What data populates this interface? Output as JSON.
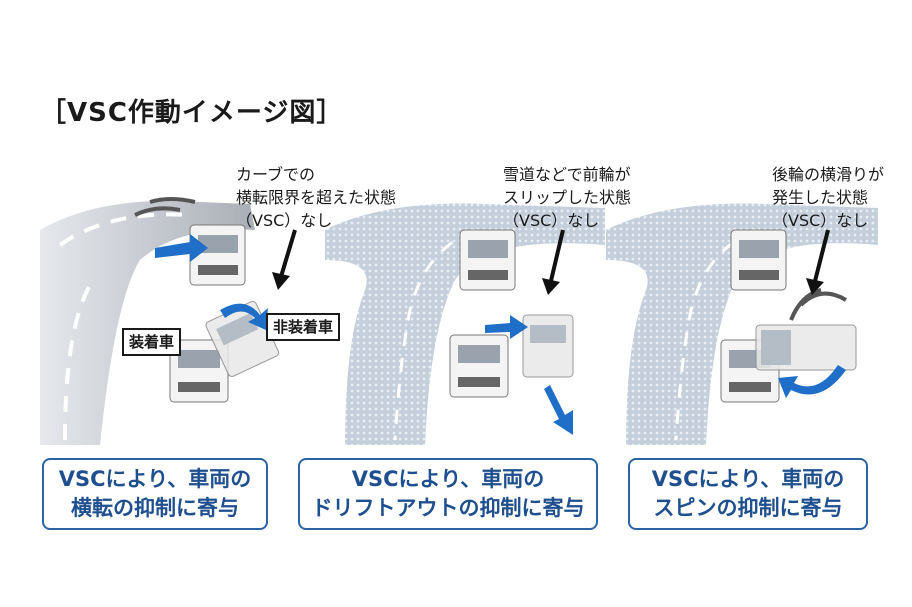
{
  "title": "［VSC作動イメージ図］",
  "panels": [
    {
      "caption": [
        "カーブでの",
        "横転限界を超えた状態",
        "（VSC）なし"
      ],
      "tags": [
        "装着車",
        "非装着車"
      ],
      "result": [
        "VSCにより、車両の",
        "横転の抑制に寄与"
      ]
    },
    {
      "caption": [
        "雪道などで前輪が",
        "スリップした状態",
        "（VSC）なし"
      ],
      "result": [
        "VSCにより、車両の",
        "ドリフトアウトの抑制に寄与"
      ]
    },
    {
      "caption": [
        "後輪の横滑りが",
        "発生した状態",
        "（VSC）なし"
      ],
      "result": [
        "VSCにより、車両の",
        "スピンの抑制に寄与"
      ]
    }
  ],
  "colors": {
    "accent": "#2b63a4",
    "arrow_blue": "#1f6fc8",
    "road_gray": "#b9bec6",
    "snow_road": "#c4cfdb"
  }
}
